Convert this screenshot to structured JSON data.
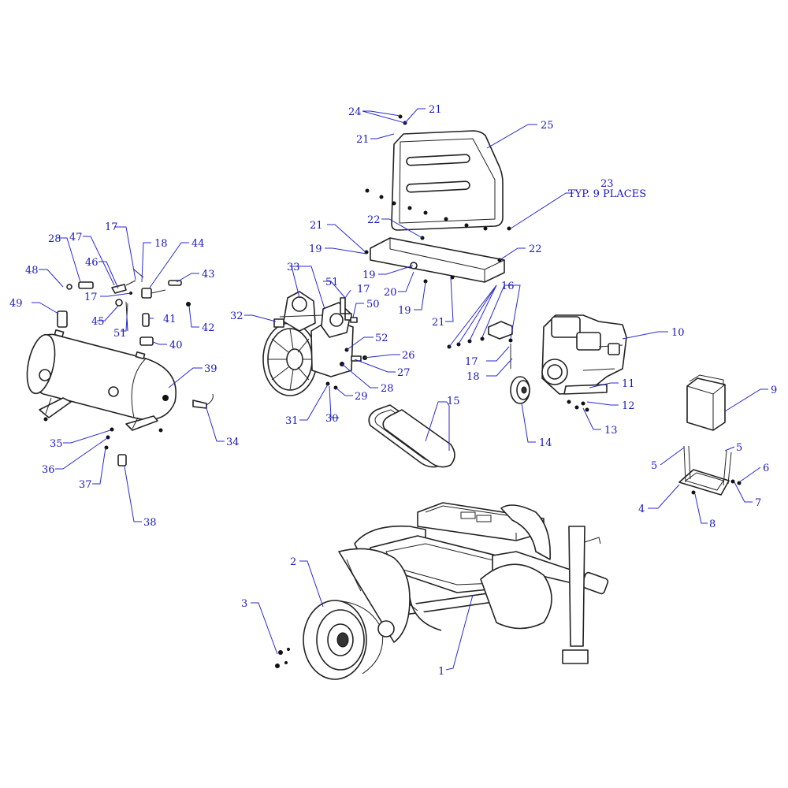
{
  "diagram": {
    "callouts": [
      {
        "id": "c1",
        "text": "1"
      },
      {
        "id": "c2",
        "text": "2"
      },
      {
        "id": "c3",
        "text": "3"
      },
      {
        "id": "c4",
        "text": "4"
      },
      {
        "id": "c5a",
        "text": "5"
      },
      {
        "id": "c5b",
        "text": "5"
      },
      {
        "id": "c6",
        "text": "6"
      },
      {
        "id": "c7",
        "text": "7"
      },
      {
        "id": "c8",
        "text": "8"
      },
      {
        "id": "c9",
        "text": "9"
      },
      {
        "id": "c10",
        "text": "10"
      },
      {
        "id": "c11",
        "text": "11"
      },
      {
        "id": "c12",
        "text": "12"
      },
      {
        "id": "c13",
        "text": "13"
      },
      {
        "id": "c14",
        "text": "14"
      },
      {
        "id": "c15",
        "text": "15"
      },
      {
        "id": "c16",
        "text": "16"
      },
      {
        "id": "c17a",
        "text": "17"
      },
      {
        "id": "c17b",
        "text": "17"
      },
      {
        "id": "c17c",
        "text": "17"
      },
      {
        "id": "c17d",
        "text": "17"
      },
      {
        "id": "c18a",
        "text": "18"
      },
      {
        "id": "c18b",
        "text": "18"
      },
      {
        "id": "c19a",
        "text": "19"
      },
      {
        "id": "c19b",
        "text": "19"
      },
      {
        "id": "c19c",
        "text": "19"
      },
      {
        "id": "c20",
        "text": "20"
      },
      {
        "id": "c21a",
        "text": "21"
      },
      {
        "id": "c21b",
        "text": "21"
      },
      {
        "id": "c21c",
        "text": "21"
      },
      {
        "id": "c21d",
        "text": "21"
      },
      {
        "id": "c22a",
        "text": "22"
      },
      {
        "id": "c22b",
        "text": "22"
      },
      {
        "id": "c23",
        "text": "23"
      },
      {
        "id": "c23note",
        "text": "TYP. 9 PLACES"
      },
      {
        "id": "c24",
        "text": "24"
      },
      {
        "id": "c25",
        "text": "25"
      },
      {
        "id": "c26",
        "text": "26"
      },
      {
        "id": "c27",
        "text": "27"
      },
      {
        "id": "c28a",
        "text": "28"
      },
      {
        "id": "c28b",
        "text": "28"
      },
      {
        "id": "c29",
        "text": "29"
      },
      {
        "id": "c30",
        "text": "30"
      },
      {
        "id": "c31",
        "text": "31"
      },
      {
        "id": "c32",
        "text": "32"
      },
      {
        "id": "c33",
        "text": "33"
      },
      {
        "id": "c34",
        "text": "34"
      },
      {
        "id": "c35",
        "text": "35"
      },
      {
        "id": "c36",
        "text": "36"
      },
      {
        "id": "c37",
        "text": "37"
      },
      {
        "id": "c38",
        "text": "38"
      },
      {
        "id": "c39",
        "text": "39"
      },
      {
        "id": "c40",
        "text": "40"
      },
      {
        "id": "c41",
        "text": "41"
      },
      {
        "id": "c42",
        "text": "42"
      },
      {
        "id": "c43",
        "text": "43"
      },
      {
        "id": "c44",
        "text": "44"
      },
      {
        "id": "c45",
        "text": "45"
      },
      {
        "id": "c46",
        "text": "46"
      },
      {
        "id": "c47",
        "text": "47"
      },
      {
        "id": "c48",
        "text": "48"
      },
      {
        "id": "c49",
        "text": "49"
      },
      {
        "id": "c50",
        "text": "50"
      },
      {
        "id": "c51a",
        "text": "51"
      },
      {
        "id": "c51b",
        "text": "51"
      },
      {
        "id": "c52",
        "text": "52"
      }
    ]
  },
  "colors": {
    "callout": "#1a1ab8",
    "leader": "#2a2acc",
    "linework": "#222222"
  }
}
